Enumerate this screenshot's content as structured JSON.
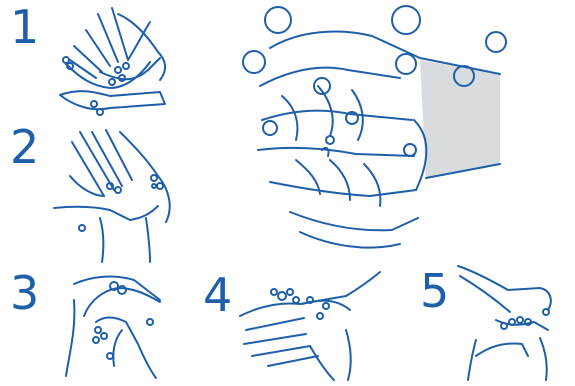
{
  "steps": [
    {
      "number": "1"
    },
    {
      "number": "2"
    },
    {
      "number": "3"
    },
    {
      "number": "4"
    },
    {
      "number": "5"
    }
  ],
  "colors": {
    "outline": "#1f5fa9",
    "shadow": "#d9dcde",
    "background": "#ffffff"
  }
}
